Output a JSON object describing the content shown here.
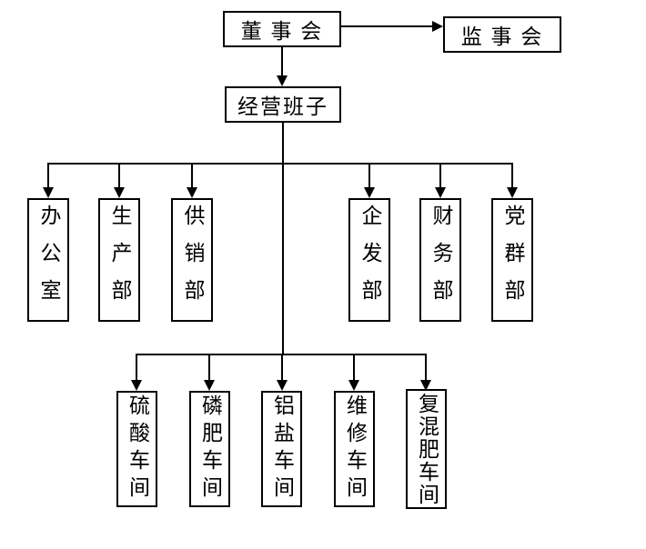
{
  "org": {
    "board": {
      "label": "董 事 会"
    },
    "supervisory": {
      "label": "监 事 会"
    },
    "management": {
      "label": "经营班子"
    },
    "departments": [
      {
        "label": "办公室"
      },
      {
        "label": "生产部"
      },
      {
        "label": "供销部"
      },
      {
        "label": "企发部"
      },
      {
        "label": "财务部"
      },
      {
        "label": "党群部"
      }
    ],
    "workshops": [
      {
        "label": "硫酸车间"
      },
      {
        "label": "磷肥车间"
      },
      {
        "label": "铝盐车间"
      },
      {
        "label": "维修车间"
      },
      {
        "label": "复混肥车间"
      }
    ]
  }
}
